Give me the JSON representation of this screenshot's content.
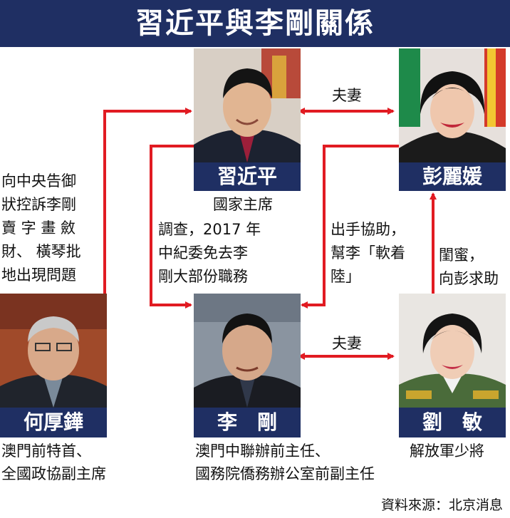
{
  "title": "習近平與李剛關係",
  "people": {
    "xi": {
      "name": "習近平",
      "role": "國家主席"
    },
    "peng": {
      "name": "彭麗媛"
    },
    "ho": {
      "name": "何厚鏵",
      "role_lines": [
        "澳門前特首、",
        "全國政協副主席"
      ]
    },
    "li": {
      "name": "李　剛",
      "role_lines": [
        "澳門中聯辦前主任、",
        "國務院僑務辦公室前副主任"
      ]
    },
    "liu": {
      "name": "劉　敏",
      "role": "解放軍少將"
    }
  },
  "relations": {
    "spouse_top": "夫妻",
    "spouse_bottom": "夫妻",
    "ho_to_xi": [
      "向中央告御",
      "狀控訴李剛",
      "賣 字 畫 斂",
      "財、 橫琴批",
      "地出現問題"
    ],
    "xi_to_li": [
      "調查，2017 年",
      "中紀委免去李",
      "剛大部份職務"
    ],
    "peng_to_li": [
      "出手協助，",
      "幫李「軟着",
      "陸」"
    ],
    "liu_to_peng": [
      "閨蜜，",
      "向彭求助"
    ]
  },
  "source": "資料來源：北京消息",
  "colors": {
    "navy": "#1f2f63",
    "arrow_red": "#e11b22"
  }
}
